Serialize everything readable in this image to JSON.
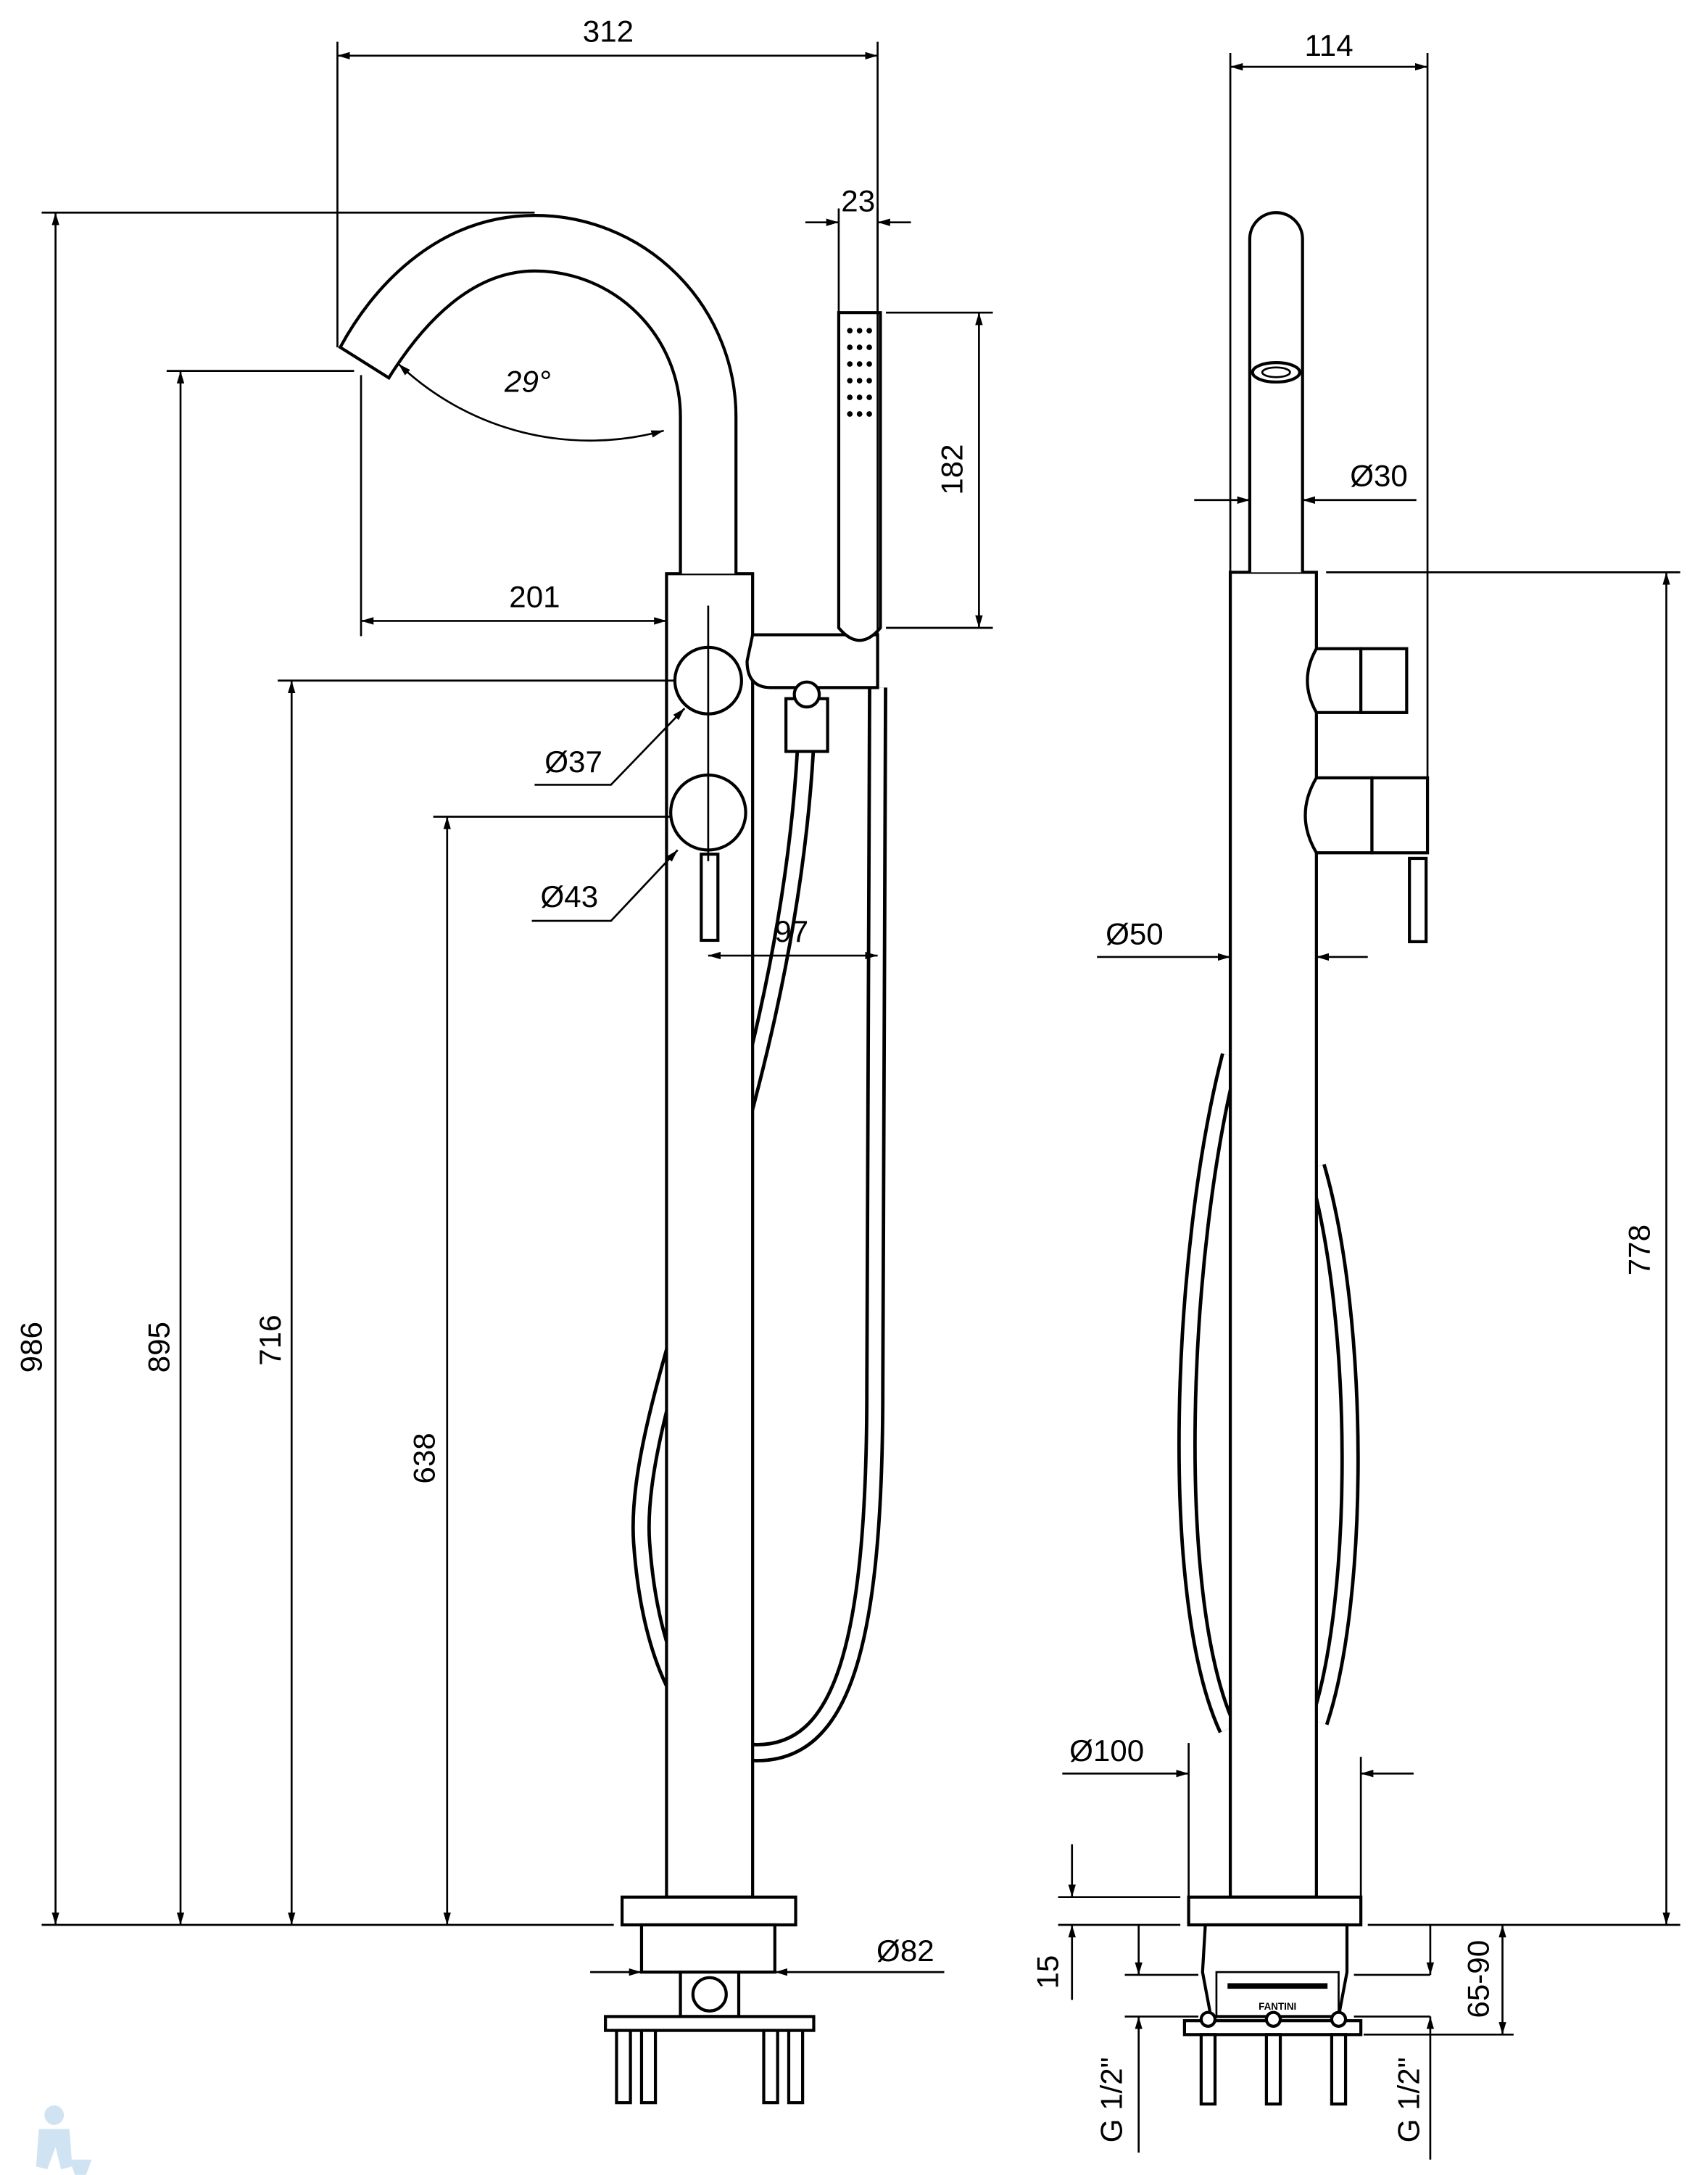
{
  "title": "Freestanding bath mixer – dimensional drawing",
  "front_view": {
    "overall_width": "312",
    "handshower_diameter": "23",
    "handshower_length": "182",
    "spout_angle": "29°",
    "spout_projection": "201",
    "upper_knob_diameter": "Ø37",
    "lower_knob_diameter": "Ø43",
    "holder_offset": "97",
    "base_diameter": "Ø82",
    "total_height": "986",
    "spout_outlet_height": "895",
    "upper_knob_height": "716",
    "lower_knob_height": "638"
  },
  "side_view": {
    "overall_depth": "114",
    "spout_diameter": "Ø30",
    "column_diameter": "Ø50",
    "column_height": "778",
    "rosette_diameter": "Ø100",
    "rosette_thickness": "15",
    "install_depth": "65-90",
    "connection_left": "G 1/2\"",
    "connection_right": "G 1/2\"",
    "brand_mark": "FANTINI"
  },
  "colors": {
    "line": "#000000",
    "watermark": "#cfe3f2"
  }
}
